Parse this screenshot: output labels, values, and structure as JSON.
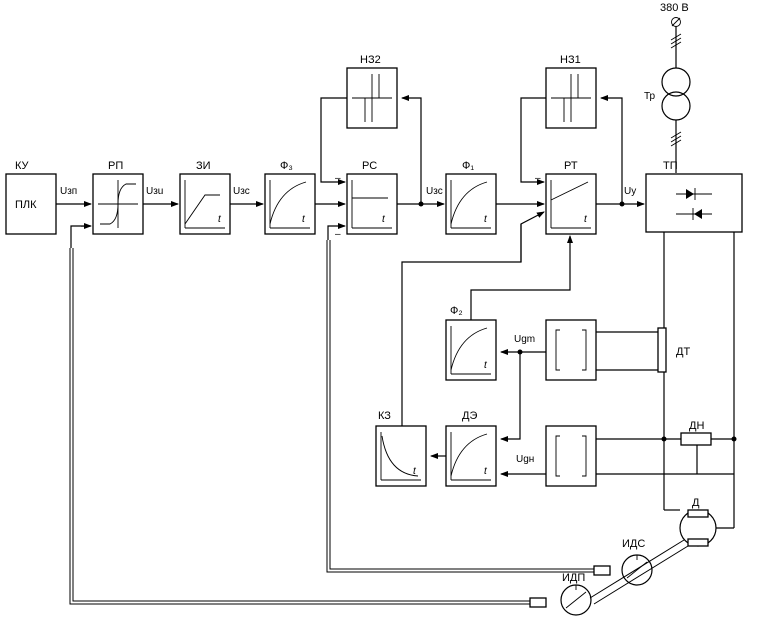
{
  "supply": {
    "voltage": "380 В"
  },
  "blocks": {
    "ku": {
      "title": "КУ",
      "inner": "ПЛК"
    },
    "rp": {
      "title": "РП"
    },
    "zi": {
      "title": "ЗИ"
    },
    "f3": {
      "title": "Ф₃"
    },
    "rs": {
      "title": "РС"
    },
    "f1": {
      "title": "Ф₁"
    },
    "rt": {
      "title": "РТ"
    },
    "tp": {
      "title": "ТП"
    },
    "tr": {
      "title": "Тр"
    },
    "nz2": {
      "title": "НЗ2"
    },
    "nz1": {
      "title": "НЗ1"
    },
    "f2": {
      "title": "Ф₂"
    },
    "de": {
      "title": "ДЭ"
    },
    "kz": {
      "title": "КЗ"
    },
    "dt": {
      "title": "ДТ"
    },
    "dn": {
      "title": "ДН"
    },
    "motor": {
      "title": "Д"
    },
    "ids": {
      "title": "ИДС"
    },
    "idp": {
      "title": "ИДП"
    }
  },
  "signals": {
    "uzp": "Uзп",
    "uzu": "Uзu",
    "uzs_zi": "Uзс",
    "uzs_rs": "Uзс",
    "uy": "Uу",
    "ugm": "Ugm",
    "ugn": "Ugн"
  },
  "axis": {
    "t": "t"
  },
  "signs": {
    "minus": "–"
  }
}
